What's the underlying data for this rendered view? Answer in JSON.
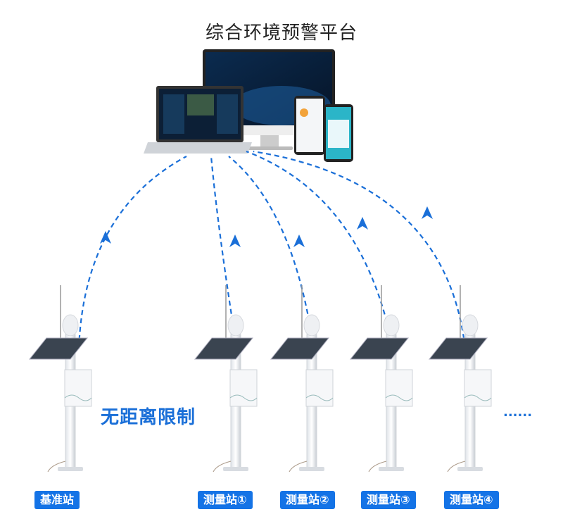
{
  "title": "综合环境预警平台",
  "slogan": "无距离限制",
  "more_indicator": "......",
  "stations": [
    {
      "label": "基准站"
    },
    {
      "label": "测量站①"
    },
    {
      "label": "测量站②"
    },
    {
      "label": "测量站③"
    },
    {
      "label": "测量站④"
    }
  ],
  "colors": {
    "accent": "#1473e6",
    "link_line": "#1a6fd8"
  }
}
